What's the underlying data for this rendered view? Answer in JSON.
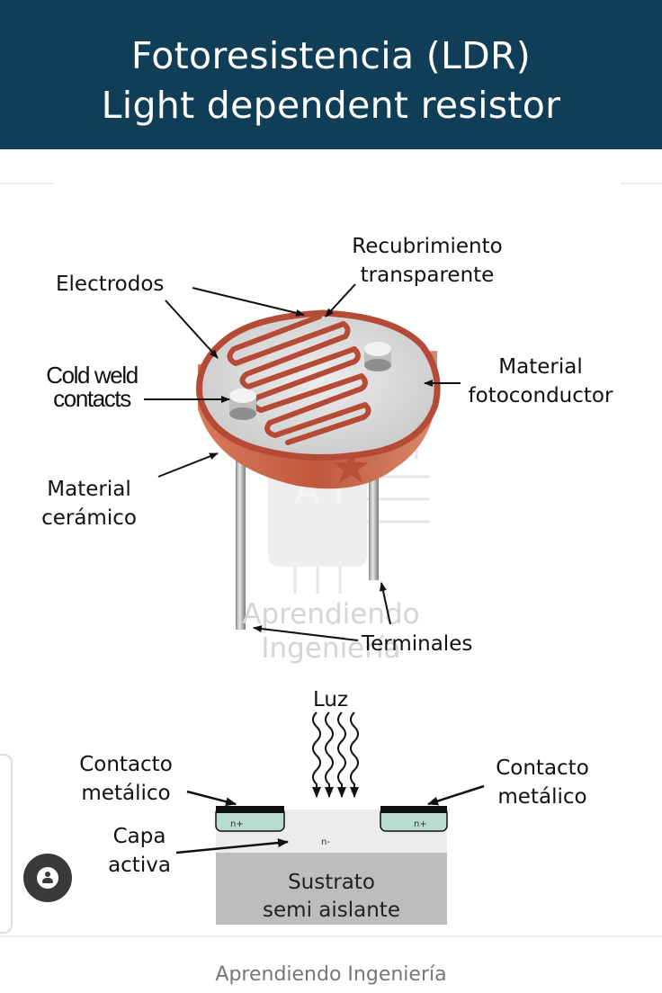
{
  "header": {
    "title_line1": "Fotoresistencia (LDR)",
    "title_line2": "Light dependent resistor",
    "background_color": "#113e57"
  },
  "ldr_labels": {
    "coating_line1": "Recubrimiento",
    "coating_line2": "transparente",
    "electrodes": "Electrodos",
    "cold_weld_line1": "Cold weld",
    "cold_weld_line2": "contacts",
    "photoconductor_line1": "Material",
    "photoconductor_line2": "fotoconductor",
    "ceramic_line1": "Material",
    "ceramic_line2": "cerámico",
    "terminals": "Terminales"
  },
  "watermark": {
    "line1": "Aprendiendo",
    "line2": "Ingeniería",
    "logo_text": "A I"
  },
  "cross_section": {
    "light": "Luz",
    "contact_left_line1": "Contacto",
    "contact_left_line2": "metálico",
    "contact_right_line1": "Contacto",
    "contact_right_line2": "metálico",
    "active_layer_line1": "Capa",
    "active_layer_line2": "activa",
    "substrate_line1": "Sustrato",
    "substrate_line2": "semi aislante",
    "n_plus_left": "n+",
    "n_plus_right": "n+",
    "n_minus": "n-"
  },
  "colors": {
    "ceramic_body": "#c96a4c",
    "ceramic_top": "#b54a36",
    "photocell_face": "#d9dadb",
    "contact_green": "#b9dcd0",
    "substrate_gray": "#bdbdbd"
  },
  "icons": [
    "user-avatar-icon",
    "watermark-logo-icon"
  ],
  "footer": {
    "text": "Aprendiendo Ingeniería"
  }
}
